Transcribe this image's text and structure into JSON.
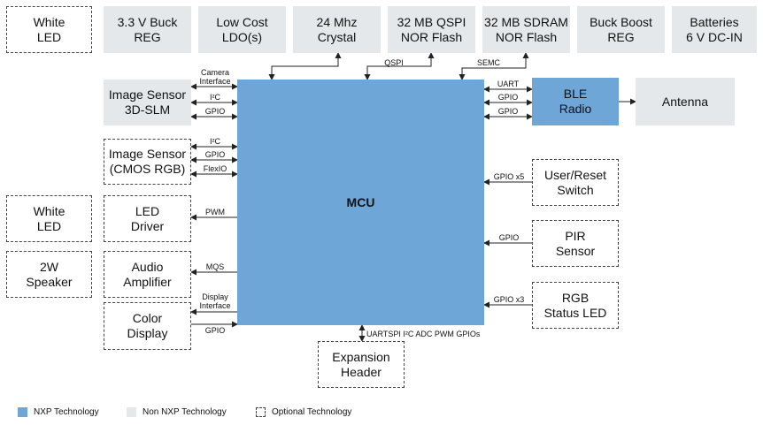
{
  "top_blocks": {
    "white_led": "White\nLED",
    "buck_reg": "3.3 V Buck\nREG",
    "ldo": "Low Cost\nLDO(s)",
    "crystal": "24 Mhz\nCrystal",
    "qspi_flash": "32 MB QSPI\nNOR Flash",
    "sdram_flash": "32 MB SDRAM\nNOR Flash",
    "buck_boost": "Buck Boost\nREG",
    "batteries": "Batteries\n6 V DC-IN"
  },
  "left_blocks": {
    "image_sensor_3d": "Image Sensor\n3D-SLM",
    "image_sensor_cmos": "Image Sensor\n(CMOS RGB)",
    "white_led_2": "White\nLED",
    "led_driver": "LED\nDriver",
    "speaker": "2W\nSpeaker",
    "audio_amp": "Audio\nAmplifier",
    "color_display": "Color\nDisplay"
  },
  "right_blocks": {
    "ble_radio": "BLE\nRadio",
    "antenna": "Antenna",
    "user_reset": "User/Reset\nSwitch",
    "pir_sensor": "PIR\nSensor",
    "rgb_led": "RGB\nStatus LED"
  },
  "center": {
    "mcu": "MCU",
    "expansion_header": "Expansion\nHeader"
  },
  "signals": {
    "camera_interface": "Camera\nInterface",
    "i2c_1": "I²C",
    "gpio_1": "GPIO",
    "i2c_2": "I²C",
    "gpio_2": "GPIO",
    "flexio": "FlexIO",
    "pwm": "PWM",
    "mqs": "MQS",
    "display_interface": "Display\nInterface",
    "gpio_3": "GPIO",
    "qspi": "QSPI",
    "semc": "SEMC",
    "uart": "UART",
    "gpio_ble_1": "GPIO",
    "gpio_ble_2": "GPIO",
    "gpio_x5": "GPIO x5",
    "gpio_pir": "GPIO",
    "gpio_x3": "GPIO x3",
    "expansion_bus": "UARTSPI I²C ADC PWM GPIOs"
  },
  "legend": {
    "nxp": "NXP Technology",
    "non_nxp": "Non NXP Technology",
    "optional": "Optional Technology"
  },
  "colors": {
    "nxp_blue": "#6ea6d8",
    "non_nxp_gray": "#e5e8ea",
    "line": "#222222"
  }
}
